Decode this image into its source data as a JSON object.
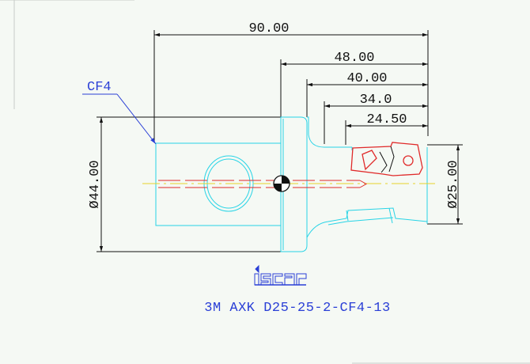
{
  "drawing": {
    "dimensions": {
      "overall_length": "90.00",
      "length_48": "48.00",
      "length_40": "40.00",
      "length_34": "34.0",
      "length_24": "24.50",
      "shank_diameter": "Ø44.00",
      "cutting_diameter": "Ø25.00"
    },
    "callout": "CF4",
    "brand_logo": "iscar",
    "part_number": "3M AXK D25-25-2-CF4-13"
  },
  "colors": {
    "background": "#f5f9f4",
    "dimension_lines": "#111111",
    "tool_body": "#28d4e6",
    "insert": "#e02a2a",
    "centerline": "#e02a2a",
    "annotation": "#2a3fd6"
  }
}
